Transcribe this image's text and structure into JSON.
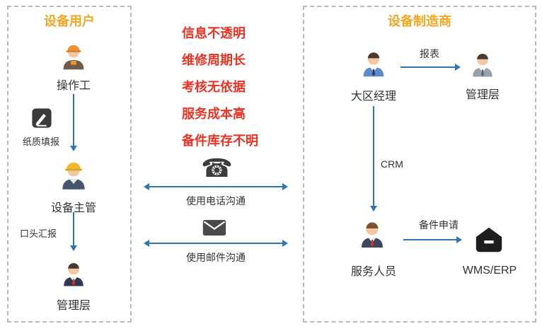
{
  "left_panel": {
    "title": "设备用户",
    "operator_label": "操作工",
    "paper_label": "纸质填报",
    "supervisor_label": "设备主管",
    "verbal_label": "口头汇报",
    "management_label": "管理层"
  },
  "problems": [
    "信息不透明",
    "维修周期长",
    "考核无依据",
    "服务成本高",
    "备件库存不明"
  ],
  "channels": {
    "phone_glyph": "☎",
    "phone_label": "使用电话沟通",
    "email_label": "使用邮件沟通"
  },
  "right_panel": {
    "title": "设备制造商",
    "regional_manager_label": "大区经理",
    "report_label": "报表",
    "management_label": "管理层",
    "crm_label": "CRM",
    "service_label": "服务人员",
    "parts_request_label": "备件申请",
    "wms_label": "WMS/ERP"
  },
  "colors": {
    "title_orange": "#F5A623",
    "problem_red": "#EA3323",
    "arrow_blue": "#2E75B6",
    "border_gray": "#B8B8B8",
    "text_dark": "#333333"
  }
}
